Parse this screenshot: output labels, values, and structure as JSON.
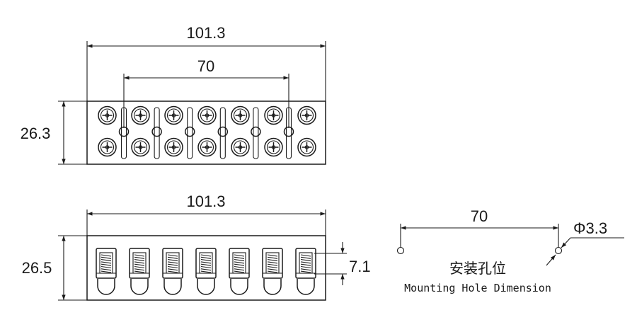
{
  "top_view": {
    "overall_width": "101.3",
    "hole_spacing": "70",
    "height": "26.3",
    "screw_columns": 7,
    "mounting_holes": 6
  },
  "front_view": {
    "overall_width": "101.3",
    "height": "26.5",
    "clamp_depth": "7.1",
    "terminals": 7
  },
  "mounting_detail": {
    "hole_spacing": "70",
    "hole_diameter": "Φ3.3",
    "caption_cn": "安装孔位",
    "caption_en": "Mounting Hole Dimension"
  }
}
